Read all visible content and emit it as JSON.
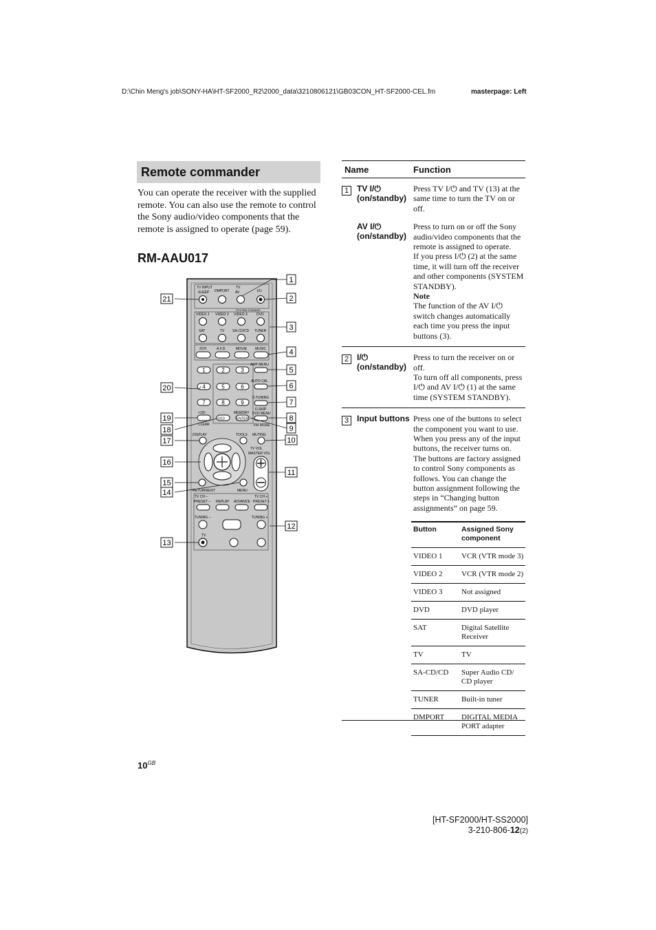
{
  "header": {
    "path": "D:\\Chin Meng's job\\SONY-HA\\HT-SF2000_R2\\2000_data\\3210806121\\GB03CON_HT-SF2000-CEL.fm",
    "masterpage": "masterpage: Left"
  },
  "section": {
    "title": "Remote commander",
    "intro": "You can operate the receiver with the supplied remote. You can also use the remote to control the Sony audio/video components that the remote is assigned to operate (page 59).",
    "model": "RM-AAU017"
  },
  "remote": {
    "callouts_right": [
      "1",
      "2",
      "3",
      "4",
      "5",
      "6",
      "7",
      "8",
      "9",
      "10",
      "11",
      "12"
    ],
    "callouts_left": [
      "21",
      "20",
      "19",
      "18",
      "17",
      "16",
      "15",
      "14",
      "13"
    ],
    "labels": {
      "tv_input": "TV INPUT",
      "sleep": "SLEEP",
      "dmport": "DMPORT",
      "tv": "TV",
      "av": "AV",
      "power": "I/⏻",
      "system_standby": "SYSTEM STANDBY",
      "video1": "VIDEO 1",
      "video2": "VIDEO 2",
      "video3": "VIDEO 3",
      "dvd": "DVD",
      "sat": "SAT",
      "tv2": "TV",
      "sacd": "SA-CD/CD",
      "tuner": "TUNER",
      "twoch": "2CH",
      "afd": "A.F.D.",
      "movie": "MOVIE",
      "music": "MUSIC",
      "amp_menu": "AMP MENU",
      "auto_cal": "AUTO CAL",
      "d_tuning": "D.TUNING",
      "d_skip": "D.SKIP",
      "dvd_menu": "DVD MENU",
      "fm_mode": "FM MODE",
      "ten": ">10/-",
      "clear": "CLEAR",
      "zero": "0/10",
      "memory": "MEMORY",
      "enter": "ENTER",
      "display": "DISPLAY",
      "tools": "TOOLS",
      "muting": "MUTING",
      "tv_vol": "TV VOL",
      "master_vol": "MASTER VOL",
      "return_exit": "RETURN/EXIT",
      "menu": "MENU",
      "tv_ch_minus": "TV CH –",
      "preset_minus": "PRESET –",
      "replay": "REPLAY",
      "advance": "ADVANCE",
      "tv_ch_plus": "TV CH +",
      "preset_plus": "PRESET +",
      "tuning_minus": "TUNING –",
      "tuning_plus": "TUNING +",
      "tv3": "TV",
      "digits": [
        "1",
        "2",
        "3",
        "4",
        "5",
        "6",
        "7",
        "8",
        "9"
      ]
    }
  },
  "table": {
    "col_name": "Name",
    "col_function": "Function",
    "rows": [
      {
        "num": "1",
        "name": "TV I/⏻ (on/standby)",
        "desc": "Press TV I/⏻ and TV (13) at the same time to turn the TV on or off."
      },
      {
        "num": "",
        "name": "AV I/⏻ (on/standby)",
        "desc": "Press to turn on or off the Sony audio/video components that the remote is assigned to operate.",
        "desc2": "If you press I/⏻ (2) at the same time, it will turn off the receiver and other components (SYSTEM STANDBY).",
        "note_label": "Note",
        "note": "The function of the AV I/⏻ switch changes automatically each time you press the input buttons (3)."
      },
      {
        "num": "2",
        "name": "I/⏻ (on/standby)",
        "desc": "Press to turn the receiver on or off.",
        "desc2": "To turn off all components, press I/⏻ and AV I/⏻ (1) at the same time (SYSTEM STANDBY)."
      },
      {
        "num": "3",
        "name": "Input buttons",
        "desc": "Press one of the buttons to select the component you want to use. When you press any of the input buttons, the receiver turns on. The buttons are factory assigned to control Sony components as follows. You can change the button assignment following the steps in “Changing button assignments” on page 59."
      }
    ],
    "inner": {
      "col_button": "Button",
      "col_component": "Assigned Sony component",
      "rows": [
        [
          "VIDEO 1",
          "VCR (VTR mode 3)"
        ],
        [
          "VIDEO 2",
          "VCR (VTR mode 2)"
        ],
        [
          "VIDEO 3",
          "Not assigned"
        ],
        [
          "DVD",
          "DVD player"
        ],
        [
          "SAT",
          "Digital Satellite Receiver"
        ],
        [
          "TV",
          "TV"
        ],
        [
          "SA-CD/CD",
          "Super Audio CD/ CD player"
        ],
        [
          "TUNER",
          "Built-in tuner"
        ],
        [
          "DMPORT",
          "DIGITAL MEDIA PORT adapter"
        ]
      ]
    }
  },
  "footer": {
    "page": "10",
    "page_sup": "GB",
    "model_line": "[HT-SF2000/HT-SS2000]",
    "code_prefix": "3-210-806-",
    "code_bold": "12",
    "code_suffix": "(2)"
  }
}
